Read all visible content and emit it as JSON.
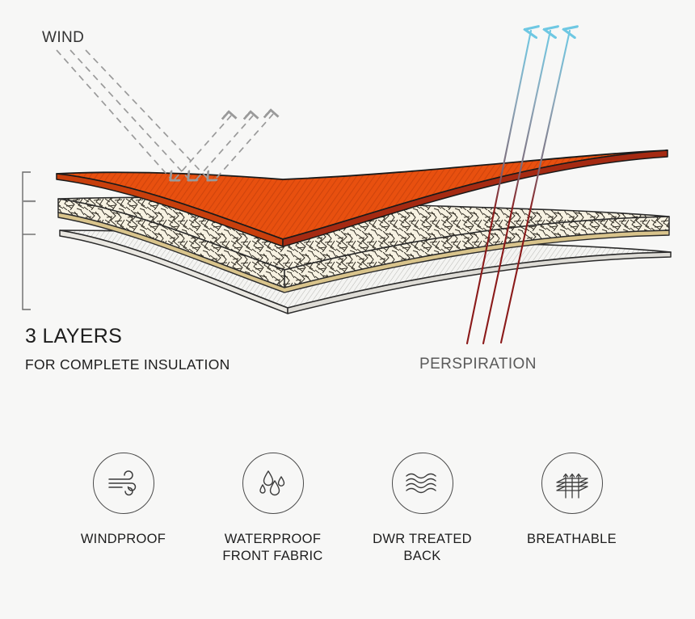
{
  "diagram": {
    "wind_label": "WIND",
    "perspiration_label": "PERSPIRATION",
    "headline": "3 LAYERS",
    "subhead": "FOR COMPLETE INSULATION",
    "layers": [
      {
        "name": "outer-shell",
        "color": "#E8500F",
        "edge_color": "#A52A12"
      },
      {
        "name": "insulation-midlayer",
        "color": "#F5EFDC",
        "edge_color": "#C9B176"
      },
      {
        "name": "backing-layer",
        "color": "#F2F2F0",
        "edge_color": "#3a3a3a"
      }
    ],
    "colors": {
      "background": "#f7f7f6",
      "orange": "#E8500F",
      "orange_dark": "#A52A12",
      "wind_arrow": "#9a9a9a",
      "perspiration_cyan": "#6EC8E3",
      "perspiration_dark_red": "#8B1A1A",
      "ink": "#1d1d1d"
    }
  },
  "features": [
    {
      "icon": "wind-icon",
      "label": "WINDPROOF"
    },
    {
      "icon": "water-drops-icon",
      "label": "WATERPROOF\nFRONT FABRIC"
    },
    {
      "icon": "waves-icon",
      "label": "DWR TREATED\nBACK"
    },
    {
      "icon": "breathable-layers-icon",
      "label": "BREATHABLE"
    }
  ]
}
